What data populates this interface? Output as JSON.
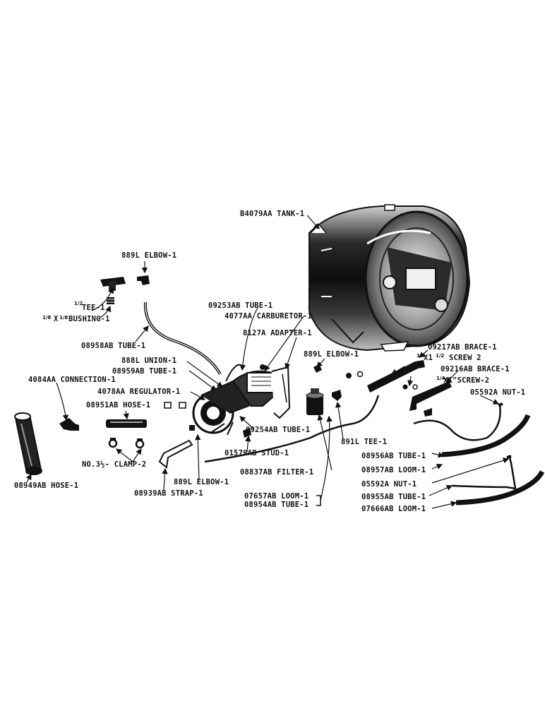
{
  "labels": {
    "tank": "B4079AA TANK-1",
    "elbow_top": "889L ELBOW-1",
    "tee": "TEE-1",
    "bushing": "BUSHING-1",
    "tube_08958": "08958AB TUBE-1",
    "tube_09253": "09253AB TUBE-1",
    "carburetor": "4077AA CARBURETOR-1",
    "adapter": "8127A ADAPTER-1",
    "elbow_mid": "889L ELBOW-1",
    "brace_09217": "09217AB BRACE-1",
    "screw_2a": "X1",
    "screw_2a_rest": "SCREW 2",
    "brace_09216": "09216AB BRACE-1",
    "screw_2b": "X1\"SCREW-2",
    "nut_05592_top": "05592A NUT-1",
    "union": "888L UNION-1",
    "tube_08959": "08959AB TUBE-1",
    "connection": "4084AA CONNECTION-1",
    "regulator": "4078AA REGULATOR-1",
    "hose_08951": "08951AB HOSE-1",
    "tube_09254": "09254AB TUBE-1",
    "tee_891": "891L TEE-1",
    "stud": "01579AB STUD-1",
    "clamp": "NO.3½- CLAMP-2",
    "tube_08956": "08956AB TUBE-1",
    "loom_08957": "08957AB LOOM-1",
    "filter": "08837AB FILTER-1",
    "hose_08949": "08949AB HOSE-1",
    "elbow_low": "889L ELBOW-1",
    "nut_05592_low": "05592A NUT-1",
    "strap": "08939AB STRAP-1",
    "loom_07657": "07657AB LOOM-1",
    "tube_08955": "08955AB TUBE-1",
    "tube_08954": "08954AB TUBE-1",
    "loom_07666": "07666AB LOOM-1"
  },
  "fractions": {
    "half": "1/2",
    "eighth": "1/8",
    "quarter": "1/4"
  }
}
